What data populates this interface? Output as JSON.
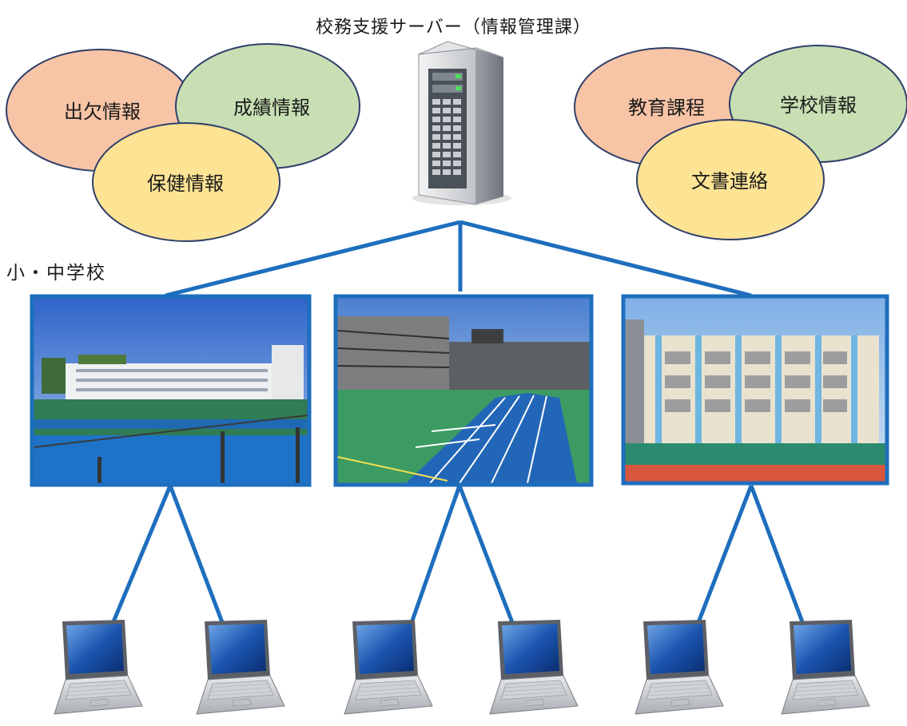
{
  "title": "校務支援サーバー（情報管理課）",
  "section_label": "小・中学校",
  "left_cluster": {
    "attendance": "出欠情報",
    "grades": "成績情報",
    "health": "保健情報"
  },
  "right_cluster": {
    "curriculum": "教育課程",
    "school_info": "学校情報",
    "documents": "文書連絡"
  },
  "colors": {
    "link_blue": "#1e6ebd",
    "salmon": "#f7c4a6",
    "green": "#c7dfb3",
    "yellow": "#fde394",
    "outline": "#2f3f6a"
  },
  "icons": {
    "server": "server-tower-icon",
    "laptop": "laptop-icon",
    "school_photo": "school-building-photo"
  }
}
